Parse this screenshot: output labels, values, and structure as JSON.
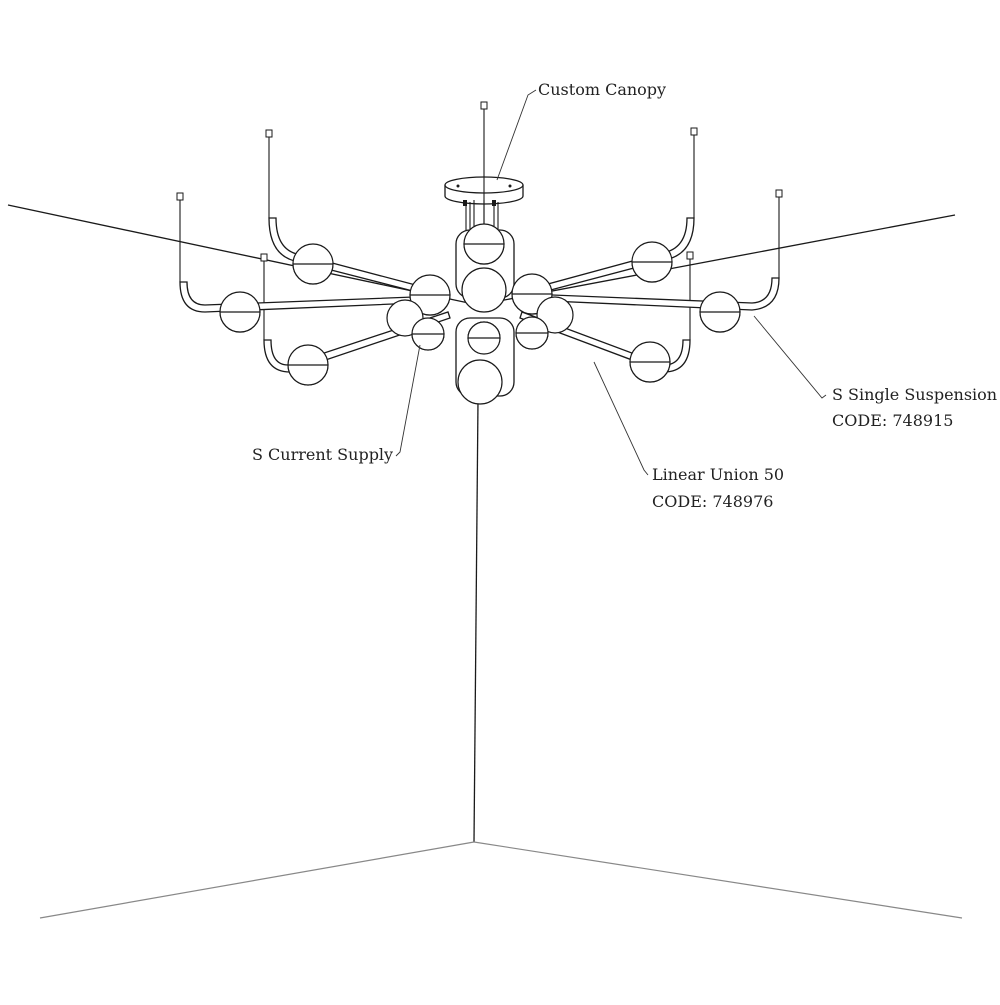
{
  "labels": {
    "canopy": "Custom Canopy",
    "single_suspension": "S Single Suspension",
    "single_suspension_code": "CODE: 748915",
    "current_supply": "S Current Supply",
    "linear_union": "Linear Union 50",
    "linear_union_code": "CODE: 748976"
  }
}
